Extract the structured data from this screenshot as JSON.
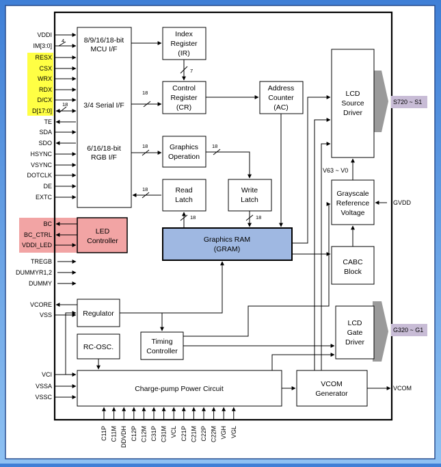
{
  "left_pins": [
    "VDDI",
    "IM[3:0]",
    "RESX",
    "CSX",
    "WRX",
    "RDX",
    "D/CX",
    "D[17:0]",
    "TE",
    "SDA",
    "SDO",
    "HSYNC",
    "VSYNC",
    "DOTCLK",
    "DE",
    "EXTC"
  ],
  "led_pins": [
    "BC",
    "BC_CTRL",
    "VDDI_LED"
  ],
  "misc_pins": [
    "TREGB",
    "DUMMYR1,2",
    "DUMMY"
  ],
  "power_pins": [
    "VCORE",
    "VSS",
    "VCI",
    "VSSA",
    "VSSC"
  ],
  "bottom_pins": [
    "C11P",
    "C11M",
    "DDVDH",
    "C12P",
    "C12M",
    "C31P",
    "C31M",
    "VCL",
    "C21P",
    "C21M",
    "C22P",
    "C22M",
    "VGH",
    "VGL"
  ],
  "blocks": {
    "mcu_if": [
      "8/9/16/18-bit",
      "MCU I/F"
    ],
    "serial_if": [
      "3/4 Serial I/F"
    ],
    "rgb_if": [
      "6/16/18-bit",
      "RGB I/F"
    ],
    "index_reg": [
      "Index",
      "Register",
      "(IR)"
    ],
    "control_reg": [
      "Control",
      "Register",
      "(CR)"
    ],
    "address_counter": [
      "Address",
      "Counter",
      "(AC)"
    ],
    "graphics_op": [
      "Graphics",
      "Operation"
    ],
    "read_latch": [
      "Read",
      "Latch"
    ],
    "write_latch": [
      "Write",
      "Latch"
    ],
    "gram": [
      "Graphics RAM",
      "(GRAM)"
    ],
    "led_ctrl": [
      "LED",
      "Controller"
    ],
    "regulator": [
      "Regulator"
    ],
    "rc_osc": [
      "RC-OSC."
    ],
    "timing": [
      "Timing",
      "Controller"
    ],
    "charge_pump": [
      "Charge-pump Power Circuit"
    ],
    "vcom_gen": [
      "VCOM",
      "Generator"
    ],
    "source_driver": [
      "LCD",
      "Source",
      "Driver"
    ],
    "grayscale": [
      "Grayscale",
      "Reference",
      "Voltage"
    ],
    "cabc": [
      "CABC",
      "Block"
    ],
    "gate_driver": [
      "LCD",
      "Gate",
      "Driver"
    ]
  },
  "bus_labels": {
    "im": "4",
    "ir_cr": "7",
    "serial_cr": "18",
    "d17": "18",
    "rgb_go": "18",
    "go_wl": "18",
    "rl_bus": "18",
    "rl_gram": "18",
    "wl_gram": "18"
  },
  "out_labels": {
    "source": "S720 ~ S1",
    "gate": "G320 ~ G1",
    "vcom": "VCOM",
    "gvdd": "GVDD",
    "v63": "V63 ~ V0"
  },
  "colors": {
    "highlight_yellow": "#ffff44",
    "led_red": "#f2a4a4",
    "gram_blue": "#9fb8e2",
    "arrow_gray": "#9a9a9a",
    "label_purple": "#c8bcd6",
    "panel_bg": "#ffffff"
  }
}
